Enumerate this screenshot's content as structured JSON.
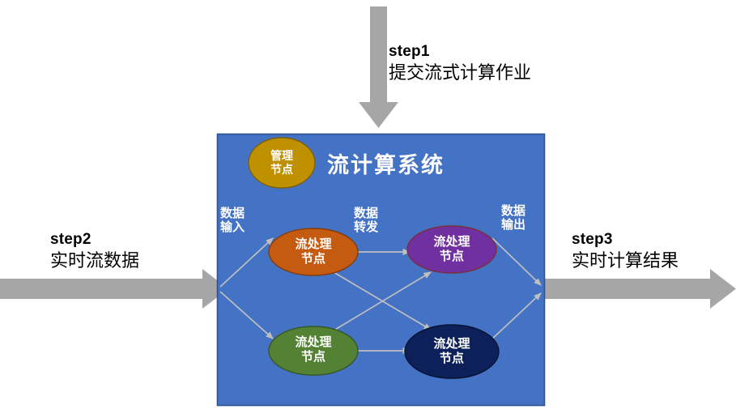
{
  "diagram": {
    "title": "流计算系统",
    "container": {
      "fill": "#4472C4",
      "border": "#2F528F"
    },
    "steps": [
      {
        "id": "step1",
        "key": "step1",
        "text": "提交流式计算作业",
        "direction": "down",
        "arrow_color": "#A6A6A6"
      },
      {
        "id": "step2",
        "key": "step2",
        "text": "实时流数据",
        "direction": "right",
        "arrow_color": "#A6A6A6"
      },
      {
        "id": "step3",
        "key": "step3",
        "text": "实时计算结果",
        "direction": "right",
        "arrow_color": "#A6A6A6"
      }
    ],
    "flow_labels": [
      {
        "id": "data-input",
        "line1": "数据",
        "line2": "输入"
      },
      {
        "id": "data-forward",
        "line1": "数据",
        "line2": "转发"
      },
      {
        "id": "data-output",
        "line1": "数据",
        "line2": "输出"
      }
    ],
    "nodes": [
      {
        "id": "management-node",
        "line1": "管理",
        "line2": "节点",
        "fill": "#BF9000",
        "stroke": "#7F6000",
        "role": "management"
      },
      {
        "id": "stream-node-orange",
        "line1": "流处理",
        "line2": "节点",
        "fill": "#C55A11",
        "stroke": "#833C0B",
        "role": "worker"
      },
      {
        "id": "stream-node-purple",
        "line1": "流处理",
        "line2": "节点",
        "fill": "#7030A0",
        "stroke": "#7B2E3C",
        "role": "worker"
      },
      {
        "id": "stream-node-green",
        "line1": "流处理",
        "line2": "节点",
        "fill": "#548235",
        "stroke": "#375623",
        "role": "worker"
      },
      {
        "id": "stream-node-navy",
        "line1": "流处理",
        "line2": "节点",
        "fill": "#0D2059",
        "stroke": "#071333",
        "role": "worker"
      }
    ],
    "connectors": [
      {
        "from": "data-input",
        "to": "stream-node-orange"
      },
      {
        "from": "data-input",
        "to": "stream-node-green"
      },
      {
        "from": "stream-node-orange",
        "to": "stream-node-purple"
      },
      {
        "from": "stream-node-orange",
        "to": "stream-node-navy"
      },
      {
        "from": "stream-node-green",
        "to": "stream-node-purple"
      },
      {
        "from": "stream-node-green",
        "to": "stream-node-navy"
      },
      {
        "from": "stream-node-purple",
        "to": "data-output"
      },
      {
        "from": "stream-node-navy",
        "to": "data-output"
      }
    ]
  }
}
